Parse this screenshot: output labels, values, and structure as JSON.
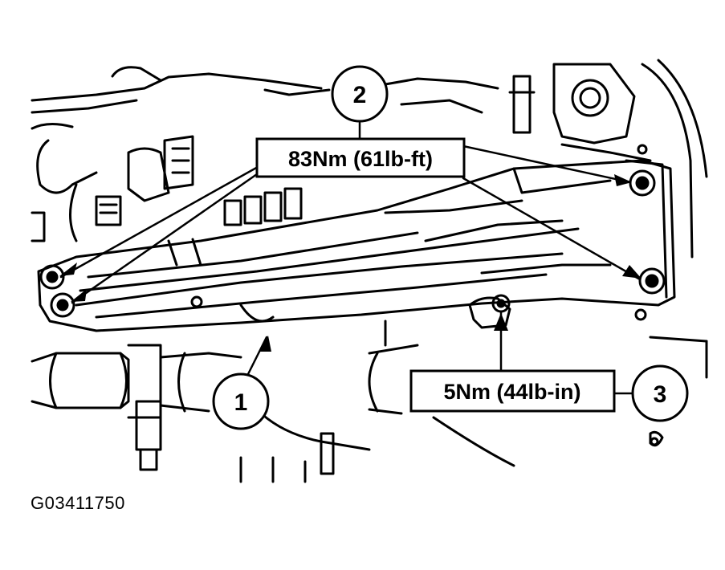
{
  "callouts": {
    "c1": "1",
    "c2": "2",
    "c3": "3"
  },
  "torque_specs": {
    "upper": "83Nm (61lb-ft)",
    "lower": "5Nm (44lb-in)"
  },
  "figure_id": "G03411750"
}
